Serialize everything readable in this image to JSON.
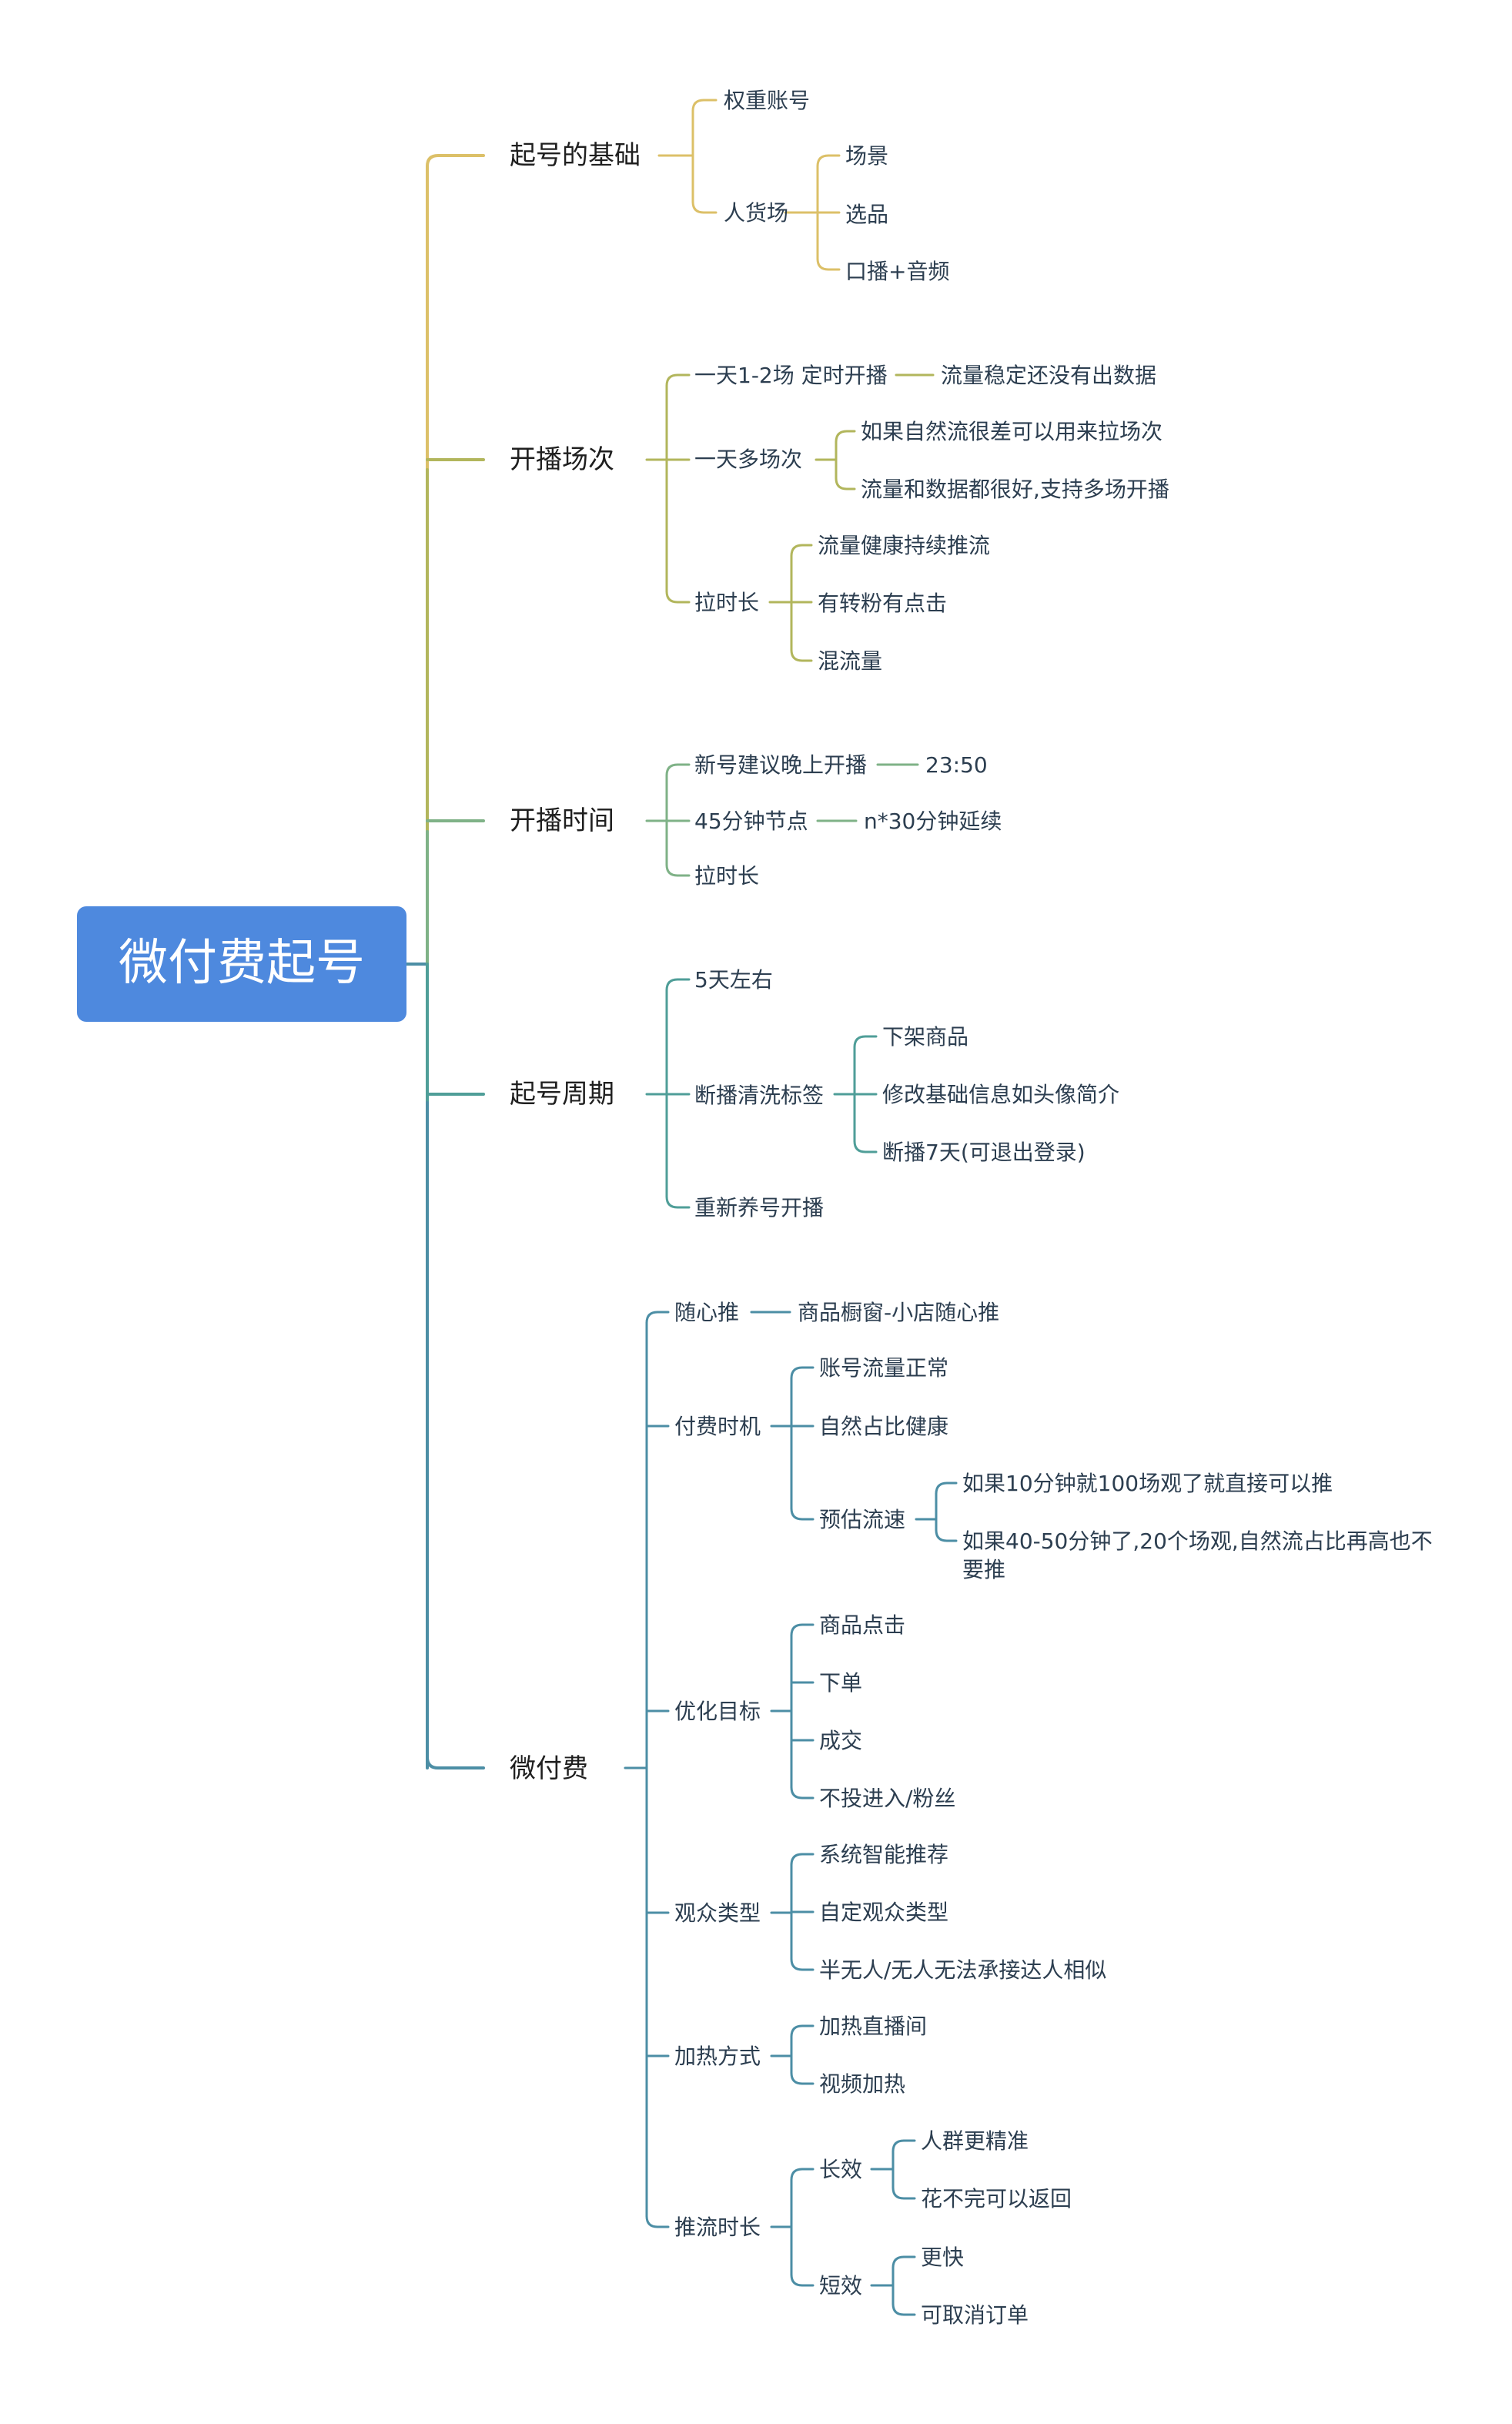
{
  "root": {
    "label": "微付费起号"
  },
  "colors": {
    "root": "#4e89de",
    "branch_yellow": "#dcc068",
    "branch_olive": "#b2b65c",
    "branch_green": "#7fb287",
    "branch_teal": "#4f9e98",
    "branch_blue": "#4c8ea5"
  },
  "branches": [
    {
      "label": "起号的基础",
      "children": [
        {
          "label": "权重账号",
          "children": []
        },
        {
          "label": "人货场",
          "children": [
            {
              "label": "场景"
            },
            {
              "label": "选品"
            },
            {
              "label": "口播+音频"
            }
          ]
        }
      ]
    },
    {
      "label": "开播场次",
      "children": [
        {
          "label": "一天1-2场 定时开播",
          "children": [
            {
              "label": "流量稳定还没有出数据"
            }
          ]
        },
        {
          "label": "一天多场次",
          "children": [
            {
              "label": "如果自然流很差可以用来拉场次"
            },
            {
              "label": "流量和数据都很好,支持多场开播"
            }
          ]
        },
        {
          "label": "拉时长",
          "children": [
            {
              "label": "流量健康持续推流"
            },
            {
              "label": "有转粉有点击"
            },
            {
              "label": "混流量"
            }
          ]
        }
      ]
    },
    {
      "label": "开播时间",
      "children": [
        {
          "label": "新号建议晚上开播",
          "children": [
            {
              "label": "23:50"
            }
          ]
        },
        {
          "label": "45分钟节点",
          "children": [
            {
              "label": "n*30分钟延续"
            }
          ]
        },
        {
          "label": "拉时长",
          "children": []
        }
      ]
    },
    {
      "label": "起号周期",
      "children": [
        {
          "label": "5天左右",
          "children": []
        },
        {
          "label": "断播清洗标签",
          "children": [
            {
              "label": "下架商品"
            },
            {
              "label": "修改基础信息如头像简介"
            },
            {
              "label": "断播7天(可退出登录)"
            }
          ]
        },
        {
          "label": "重新养号开播",
          "children": []
        }
      ]
    },
    {
      "label": "微付费",
      "children": [
        {
          "label": "随心推",
          "children": [
            {
              "label": "商品橱窗-小店随心推",
              "children": []
            }
          ]
        },
        {
          "label": "付费时机",
          "children": [
            {
              "label": "账号流量正常",
              "children": []
            },
            {
              "label": "自然占比健康",
              "children": []
            },
            {
              "label": "预估流速",
              "children": [
                {
                  "label": "如果10分钟就100场观了就直接可以推"
                },
                {
                  "label": "如果40-50分钟了,20个场观,自然流占比再高也不",
                  "label2": "要推"
                }
              ]
            }
          ]
        },
        {
          "label": "优化目标",
          "children": [
            {
              "label": "商品点击",
              "children": []
            },
            {
              "label": "下单",
              "children": []
            },
            {
              "label": "成交",
              "children": []
            },
            {
              "label": "不投进入/粉丝",
              "children": []
            }
          ]
        },
        {
          "label": "观众类型",
          "children": [
            {
              "label": "系统智能推荐",
              "children": []
            },
            {
              "label": "自定观众类型",
              "children": []
            },
            {
              "label": "半无人/无人无法承接达人相似",
              "children": []
            }
          ]
        },
        {
          "label": "加热方式",
          "children": [
            {
              "label": "加热直播间",
              "children": []
            },
            {
              "label": "视频加热",
              "children": []
            }
          ]
        },
        {
          "label": "推流时长",
          "children": [
            {
              "label": "长效",
              "children": [
                {
                  "label": "人群更精准"
                },
                {
                  "label": "花不完可以返回"
                }
              ]
            },
            {
              "label": "短效",
              "children": [
                {
                  "label": "更快"
                },
                {
                  "label": "可取消订单"
                }
              ]
            }
          ]
        }
      ]
    }
  ]
}
